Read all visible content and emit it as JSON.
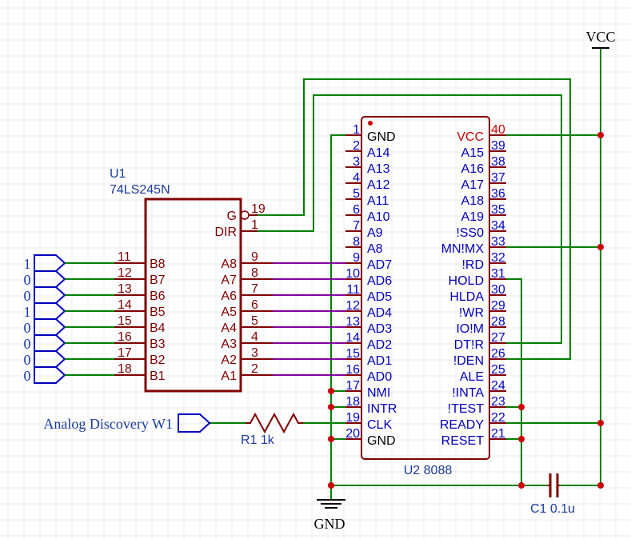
{
  "u1": {
    "ref": "U1",
    "value": "74LS245N",
    "right_pins": [
      {
        "name": "G",
        "num": "19",
        "inverted": true
      },
      {
        "name": "DIR",
        "num": "1"
      }
    ],
    "b_pins": [
      {
        "name": "B8",
        "num": "11"
      },
      {
        "name": "B7",
        "num": "12"
      },
      {
        "name": "B6",
        "num": "13"
      },
      {
        "name": "B5",
        "num": "14"
      },
      {
        "name": "B4",
        "num": "15"
      },
      {
        "name": "B3",
        "num": "16"
      },
      {
        "name": "B2",
        "num": "17"
      },
      {
        "name": "B1",
        "num": "18"
      }
    ],
    "a_pins": [
      {
        "name": "A8",
        "num": "9"
      },
      {
        "name": "A7",
        "num": "8"
      },
      {
        "name": "A6",
        "num": "7"
      },
      {
        "name": "A5",
        "num": "6"
      },
      {
        "name": "A4",
        "num": "5"
      },
      {
        "name": "A3",
        "num": "4"
      },
      {
        "name": "A2",
        "num": "3"
      },
      {
        "name": "A1",
        "num": "2"
      }
    ]
  },
  "inputs": [
    "1",
    "0",
    "0",
    "1",
    "0",
    "0",
    "0",
    "0"
  ],
  "u2": {
    "ref_label": "U2 8088",
    "left_pins": [
      {
        "num": "1",
        "name": "GND"
      },
      {
        "num": "2",
        "name": "A14"
      },
      {
        "num": "3",
        "name": "A13"
      },
      {
        "num": "4",
        "name": "A12"
      },
      {
        "num": "5",
        "name": "A11"
      },
      {
        "num": "6",
        "name": "A10"
      },
      {
        "num": "7",
        "name": "A9"
      },
      {
        "num": "8",
        "name": "A8"
      },
      {
        "num": "9",
        "name": "AD7"
      },
      {
        "num": "10",
        "name": "AD6"
      },
      {
        "num": "11",
        "name": "AD5"
      },
      {
        "num": "12",
        "name": "AD4"
      },
      {
        "num": "13",
        "name": "AD3"
      },
      {
        "num": "14",
        "name": "AD2"
      },
      {
        "num": "15",
        "name": "AD1"
      },
      {
        "num": "16",
        "name": "AD0"
      },
      {
        "num": "17",
        "name": "NMI"
      },
      {
        "num": "18",
        "name": "INTR"
      },
      {
        "num": "19",
        "name": "CLK"
      },
      {
        "num": "20",
        "name": "GND"
      }
    ],
    "right_pins": [
      {
        "num": "40",
        "name": "VCC",
        "highlight": true
      },
      {
        "num": "39",
        "name": "A15"
      },
      {
        "num": "38",
        "name": "A16"
      },
      {
        "num": "37",
        "name": "A17"
      },
      {
        "num": "36",
        "name": "A18"
      },
      {
        "num": "35",
        "name": "A19"
      },
      {
        "num": "34",
        "name": "!SS0"
      },
      {
        "num": "33",
        "name": "MN!MX"
      },
      {
        "num": "32",
        "name": "!RD"
      },
      {
        "num": "31",
        "name": "HOLD"
      },
      {
        "num": "30",
        "name": "HLDA"
      },
      {
        "num": "29",
        "name": "!WR"
      },
      {
        "num": "28",
        "name": "IO!M"
      },
      {
        "num": "27",
        "name": "DT!R"
      },
      {
        "num": "26",
        "name": "!DEN"
      },
      {
        "num": "25",
        "name": "ALE"
      },
      {
        "num": "24",
        "name": "!INTA"
      },
      {
        "num": "23",
        "name": "!TEST"
      },
      {
        "num": "22",
        "name": "READY"
      },
      {
        "num": "21",
        "name": "RESET"
      }
    ]
  },
  "power": {
    "vcc": "VCC",
    "gnd": "GND"
  },
  "r1": {
    "label": "R1 1k"
  },
  "c1": {
    "label": "C1 0.1u"
  },
  "w1": {
    "label": "Analog Discovery W1"
  },
  "colors": {
    "wire": "#008000",
    "bus_wire": "#8000a0",
    "component": "#800000",
    "pin_text": "#0000c0",
    "net_red": "#cc0000",
    "grid": "#ebebeb",
    "junction": "#cc0000"
  }
}
